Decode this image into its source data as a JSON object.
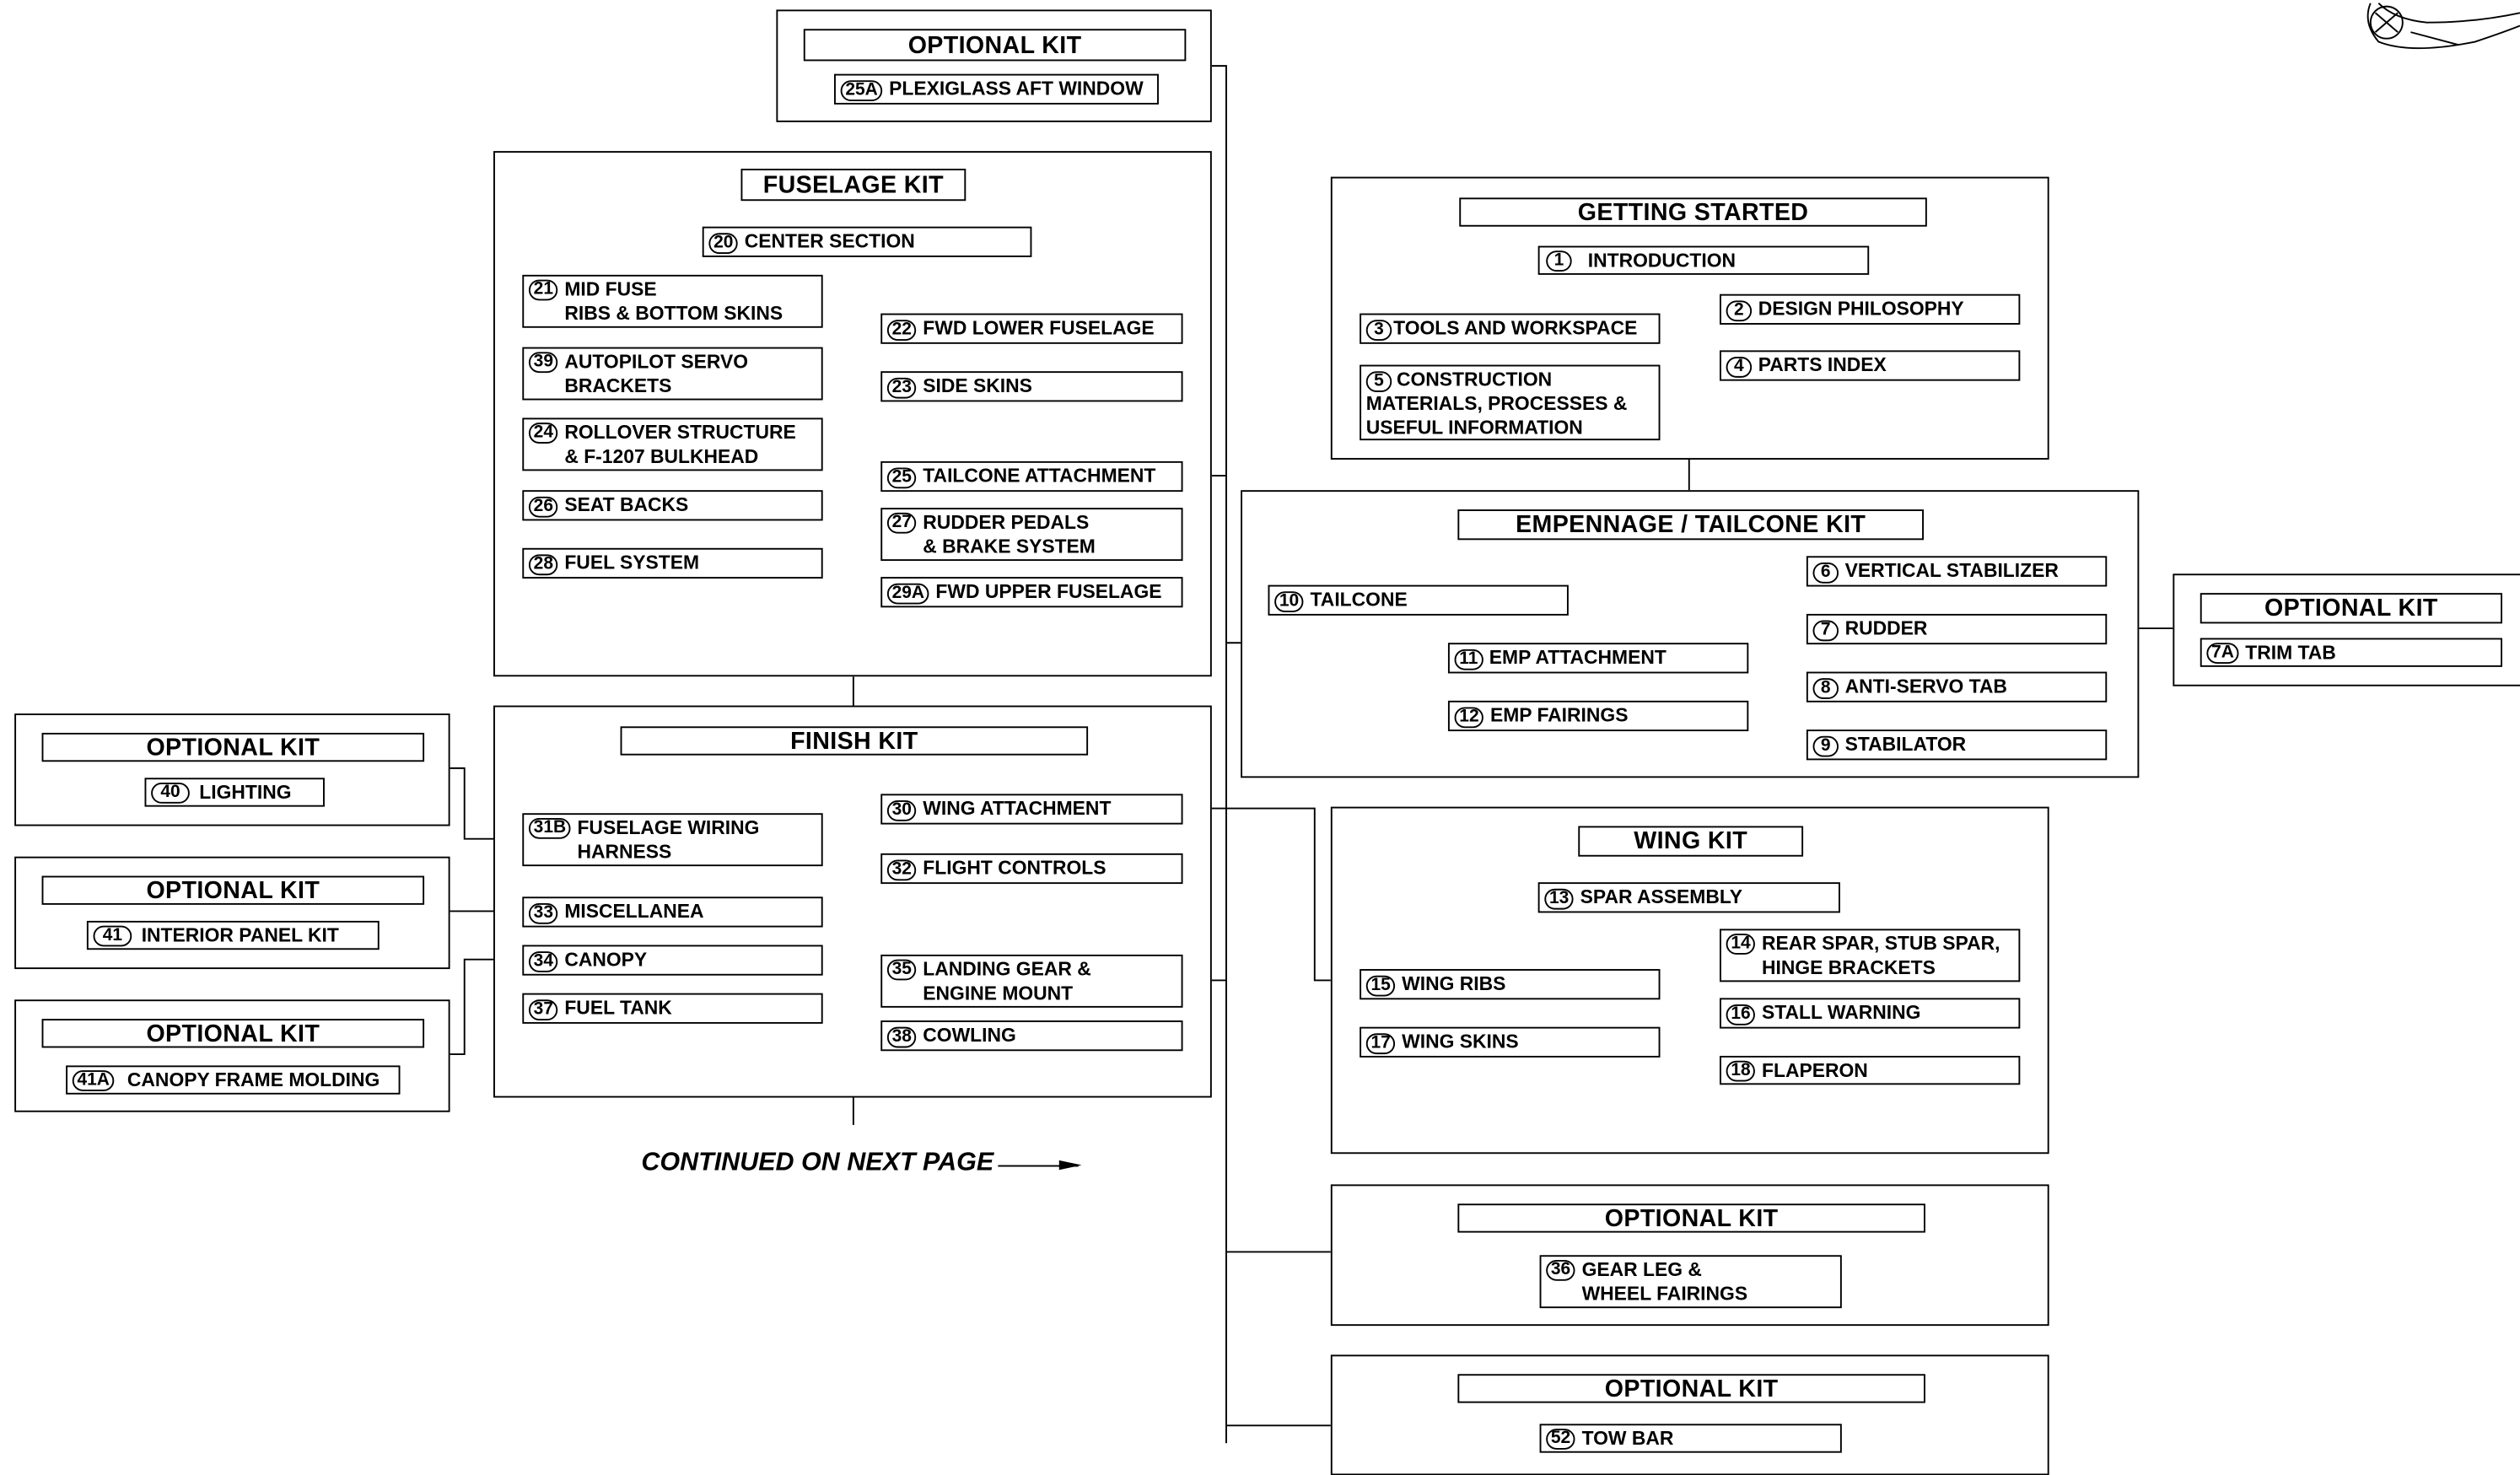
{
  "kits": {
    "optional_kit_label": "OPTIONAL KIT",
    "optional_window": {
      "items": [
        {
          "num": "25A",
          "label": "PLEXIGLASS AFT WINDOW"
        }
      ]
    },
    "fuselage": {
      "title": "FUSELAGE KIT",
      "center": {
        "num": "20",
        "label": "CENTER SECTION"
      },
      "left": [
        {
          "num": "21",
          "label": "MID FUSE\nRIBS & BOTTOM SKINS"
        },
        {
          "num": "39",
          "label": "AUTOPILOT SERVO\nBRACKETS"
        },
        {
          "num": "24",
          "label": "ROLLOVER STRUCTURE\n& F-1207 BULKHEAD"
        },
        {
          "num": "26",
          "label": "SEAT BACKS"
        },
        {
          "num": "28",
          "label": "FUEL SYSTEM"
        }
      ],
      "right": [
        {
          "num": "22",
          "label": "FWD LOWER FUSELAGE"
        },
        {
          "num": "23",
          "label": "SIDE SKINS"
        },
        {
          "num": "25",
          "label": "TAILCONE ATTACHMENT"
        },
        {
          "num": "27",
          "label": "RUDDER PEDALS\n& BRAKE SYSTEM"
        },
        {
          "num": "29A",
          "label": "FWD UPPER FUSELAGE"
        }
      ]
    },
    "getting_started": {
      "title": "GETTING STARTED",
      "items": [
        {
          "num": "1",
          "label": "INTRODUCTION"
        },
        {
          "num": "3",
          "label": "TOOLS AND WORKSPACE"
        },
        {
          "num": "5",
          "label": "CONSTRUCTION\nMATERIALS, PROCESSES &\nUSEFUL INFORMATION"
        },
        {
          "num": "2",
          "label": "DESIGN PHILOSOPHY"
        },
        {
          "num": "4",
          "label": "PARTS INDEX"
        }
      ]
    },
    "empennage": {
      "title": "EMPENNAGE / TAILCONE KIT",
      "items": [
        {
          "num": "10",
          "label": "TAILCONE"
        },
        {
          "num": "11",
          "label": "EMP ATTACHMENT"
        },
        {
          "num": "12",
          "label": "EMP FAIRINGS"
        },
        {
          "num": "6",
          "label": "VERTICAL STABILIZER"
        },
        {
          "num": "7",
          "label": "RUDDER"
        },
        {
          "num": "8",
          "label": "ANTI-SERVO TAB"
        },
        {
          "num": "9",
          "label": "STABILATOR"
        }
      ]
    },
    "optional_trim": {
      "items": [
        {
          "num": "7A",
          "label": "TRIM TAB"
        }
      ]
    },
    "finish": {
      "title": "FINISH KIT",
      "left": [
        {
          "num": "31B",
          "label": "FUSELAGE WIRING\nHARNESS"
        },
        {
          "num": "33",
          "label": "MISCELLANEA"
        },
        {
          "num": "34",
          "label": "CANOPY"
        },
        {
          "num": "37",
          "label": "FUEL TANK"
        }
      ],
      "right": [
        {
          "num": "30",
          "label": "WING ATTACHMENT"
        },
        {
          "num": "32",
          "label": "FLIGHT CONTROLS"
        },
        {
          "num": "35",
          "label": "LANDING GEAR &\nENGINE MOUNT"
        },
        {
          "num": "38",
          "label": "COWLING"
        }
      ]
    },
    "optional_lighting": {
      "items": [
        {
          "num": "40",
          "label": "LIGHTING"
        }
      ]
    },
    "optional_interior": {
      "items": [
        {
          "num": "41",
          "label": "INTERIOR PANEL KIT"
        }
      ]
    },
    "optional_canopy": {
      "items": [
        {
          "num": "41A",
          "label": "CANOPY FRAME MOLDING"
        }
      ]
    },
    "wing": {
      "title": "WING KIT",
      "items": [
        {
          "num": "13",
          "label": "SPAR ASSEMBLY"
        },
        {
          "num": "15",
          "label": "WING RIBS"
        },
        {
          "num": "17",
          "label": "WING SKINS"
        },
        {
          "num": "14",
          "label": "REAR SPAR, STUB SPAR,\nHINGE BRACKETS"
        },
        {
          "num": "16",
          "label": "STALL WARNING"
        },
        {
          "num": "18",
          "label": "FLAPERON"
        }
      ]
    },
    "optional_gear": {
      "items": [
        {
          "num": "36",
          "label": "GEAR LEG &\nWHEEL FAIRINGS"
        }
      ]
    },
    "optional_towbar": {
      "items": [
        {
          "num": "52",
          "label": "TOW BAR"
        }
      ]
    }
  },
  "continued_note": "CONTINUED ON NEXT PAGE"
}
